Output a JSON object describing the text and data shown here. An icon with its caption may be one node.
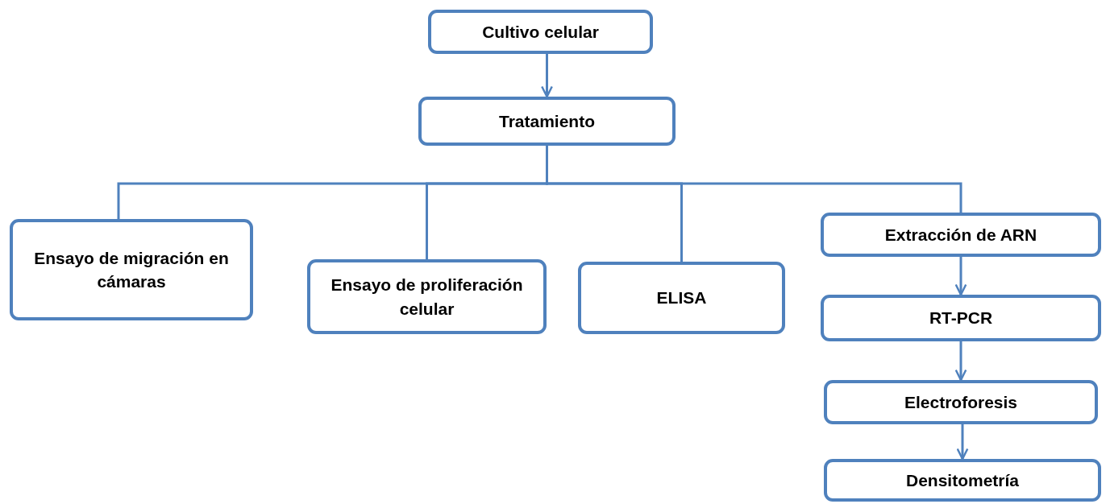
{
  "diagram": {
    "nodes": [
      {
        "text": [
          "Cultivo celular"
        ]
      },
      {
        "text": [
          "Tratamiento"
        ]
      },
      {
        "text": [
          "Ensayo de migración en cámaras"
        ]
      },
      {
        "text": [
          "Ensayo de proliferación celular"
        ]
      },
      {
        "text": [
          "ELISA"
        ]
      },
      {
        "text": [
          "Extracción de ARN"
        ]
      },
      {
        "text": [
          "RT-PCR"
        ]
      },
      {
        "text": [
          "Electroforesis"
        ]
      },
      {
        "text": [
          "Densitometría"
        ]
      }
    ],
    "edges": [
      {
        "from": 0,
        "to": 1,
        "arrow": "to"
      },
      {
        "from": 1,
        "to": 2,
        "arrow": "none"
      },
      {
        "from": 1,
        "to": 3,
        "arrow": "none"
      },
      {
        "from": 1,
        "to": 4,
        "arrow": "none"
      },
      {
        "from": 1,
        "to": 5,
        "arrow": "none"
      },
      {
        "from": 5,
        "to": 6,
        "arrow": "to"
      },
      {
        "from": 6,
        "to": 7,
        "arrow": "to"
      },
      {
        "from": 7,
        "to": 8,
        "arrow": "to"
      }
    ]
  }
}
